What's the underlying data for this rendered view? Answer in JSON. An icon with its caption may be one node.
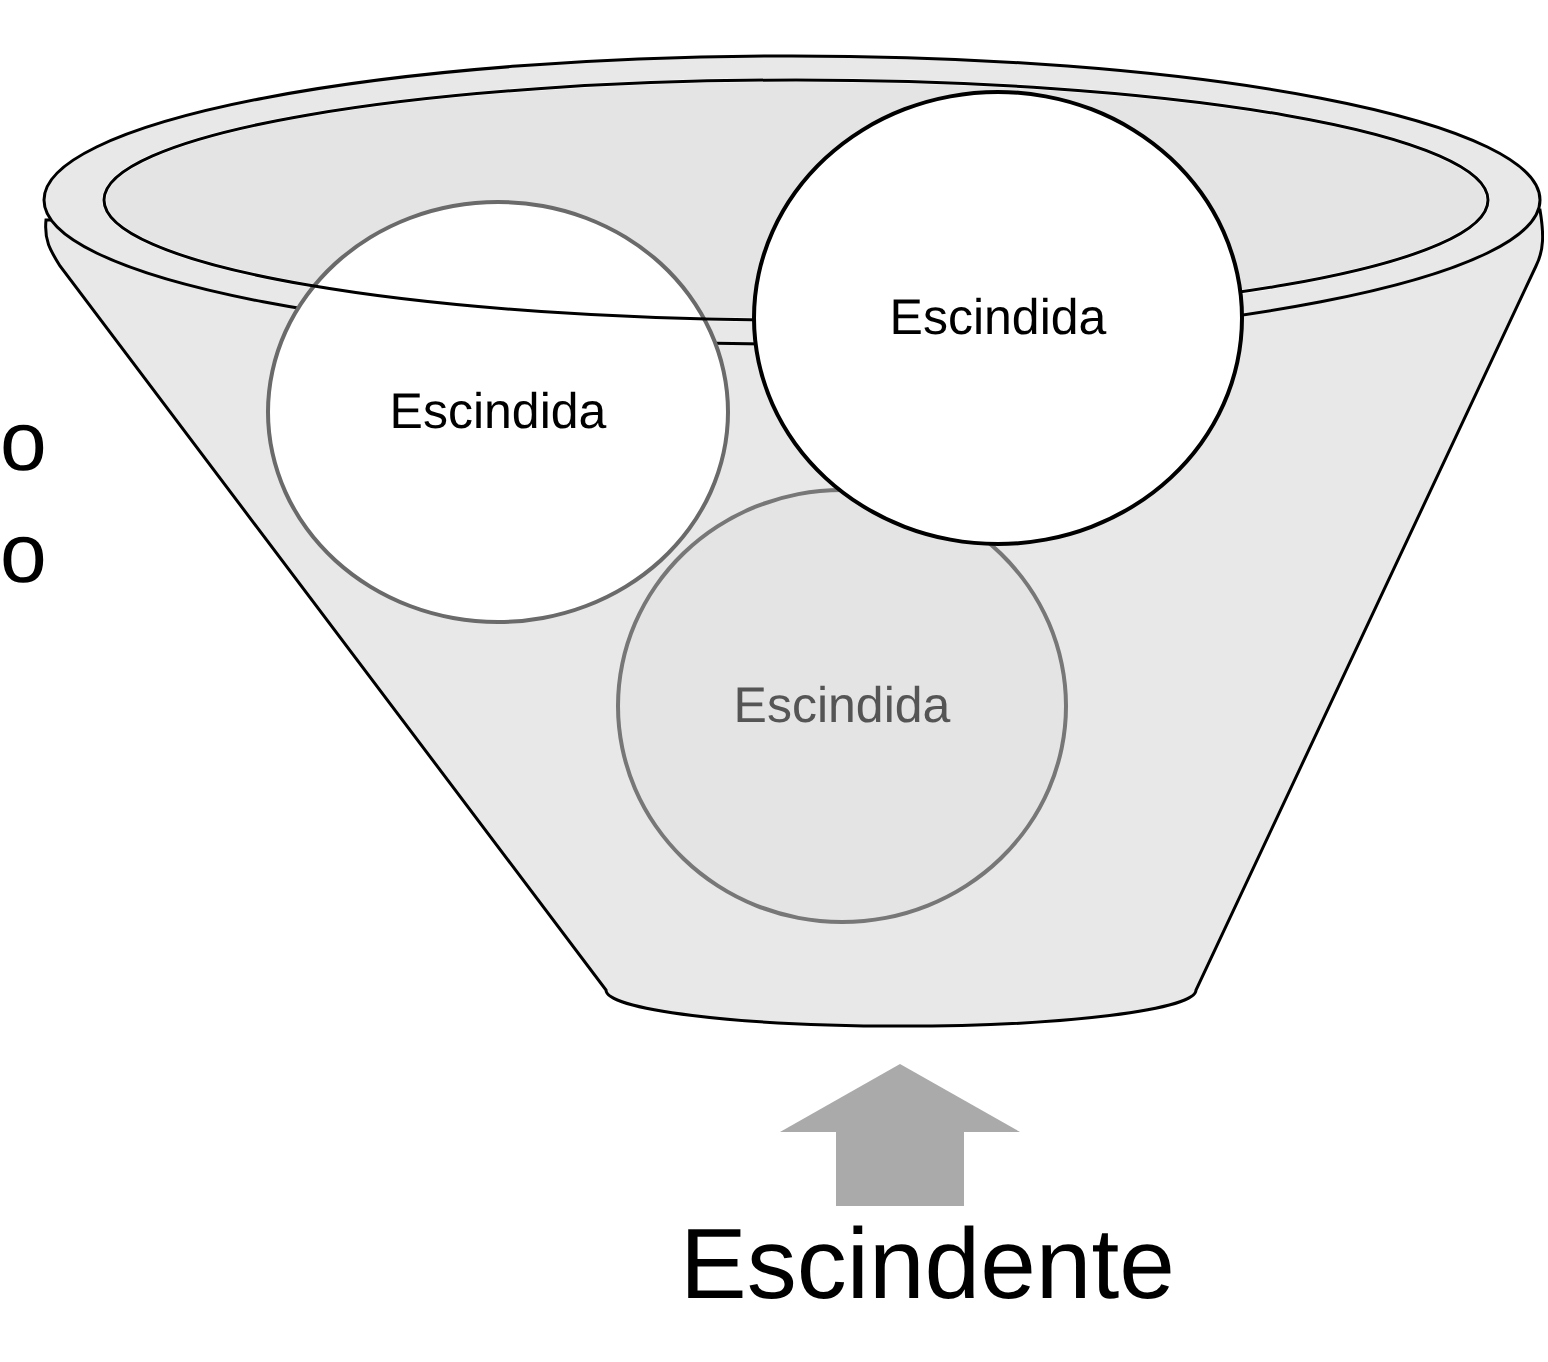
{
  "diagram": {
    "nodes": [
      {
        "text": [],
        "shape": "funnel"
      },
      {
        "text": [
          "Escindida"
        ],
        "in": 0
      },
      {
        "text": [
          "Escindida"
        ]
      },
      {
        "text": [
          "Escindida"
        ],
        "in": 0
      },
      {
        "text": [
          "Escindente"
        ]
      }
    ],
    "edges": [
      {
        "from": 4,
        "to": 0,
        "arrow": "to",
        "color": "#aaaaaa"
      }
    ],
    "labels": [
      "o",
      "o"
    ]
  }
}
